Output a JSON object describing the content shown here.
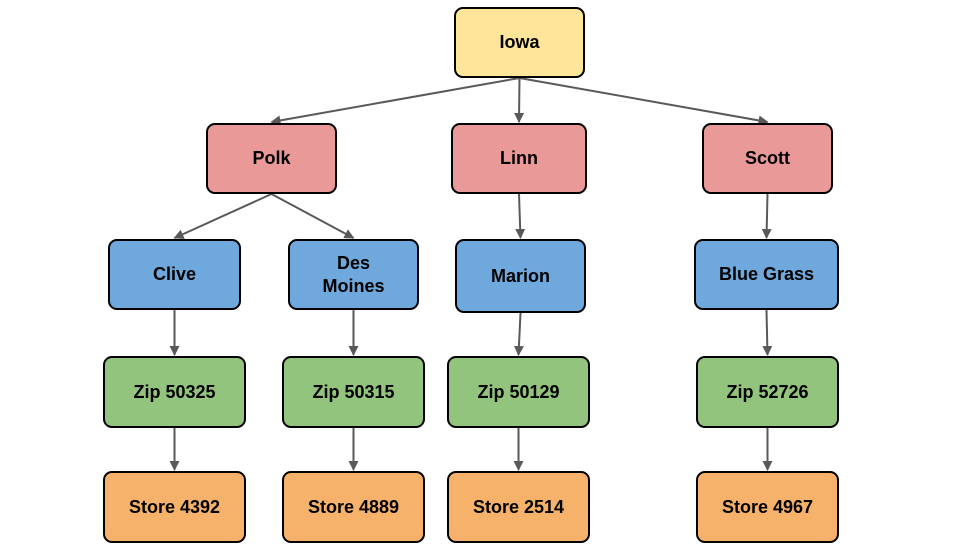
{
  "colors": {
    "state": "#ffe599",
    "county": "#ea9999",
    "city": "#6fa8dc",
    "zip": "#93c47d",
    "store": "#f6b26b",
    "border": "#000000",
    "connector": "#595959"
  },
  "nodes": {
    "iowa": {
      "label": "Iowa"
    },
    "polk": {
      "label": "Polk"
    },
    "linn": {
      "label": "Linn"
    },
    "scott": {
      "label": "Scott"
    },
    "clive": {
      "label": "Clive"
    },
    "des_moines": {
      "label_line1": "Des",
      "label_line2": "Moines"
    },
    "marion": {
      "label": "Marion"
    },
    "blue_grass": {
      "label": "Blue Grass"
    },
    "zip_50325": {
      "label": "Zip 50325"
    },
    "zip_50315": {
      "label": "Zip 50315"
    },
    "zip_50129": {
      "label": "Zip 50129"
    },
    "zip_52726": {
      "label": "Zip 52726"
    },
    "store_4392": {
      "label": "Store 4392"
    },
    "store_4889": {
      "label": "Store 4889"
    },
    "store_2514": {
      "label": "Store 2514"
    },
    "store_4967": {
      "label": "Store 4967"
    }
  },
  "edges": [
    [
      "iowa",
      "polk"
    ],
    [
      "iowa",
      "linn"
    ],
    [
      "iowa",
      "scott"
    ],
    [
      "polk",
      "clive"
    ],
    [
      "polk",
      "des_moines"
    ],
    [
      "linn",
      "marion"
    ],
    [
      "scott",
      "blue_grass"
    ],
    [
      "clive",
      "zip_50325"
    ],
    [
      "des_moines",
      "zip_50315"
    ],
    [
      "marion",
      "zip_50129"
    ],
    [
      "blue_grass",
      "zip_52726"
    ],
    [
      "zip_50325",
      "store_4392"
    ],
    [
      "zip_50315",
      "store_4889"
    ],
    [
      "zip_50129",
      "store_2514"
    ],
    [
      "zip_52726",
      "store_4967"
    ]
  ]
}
